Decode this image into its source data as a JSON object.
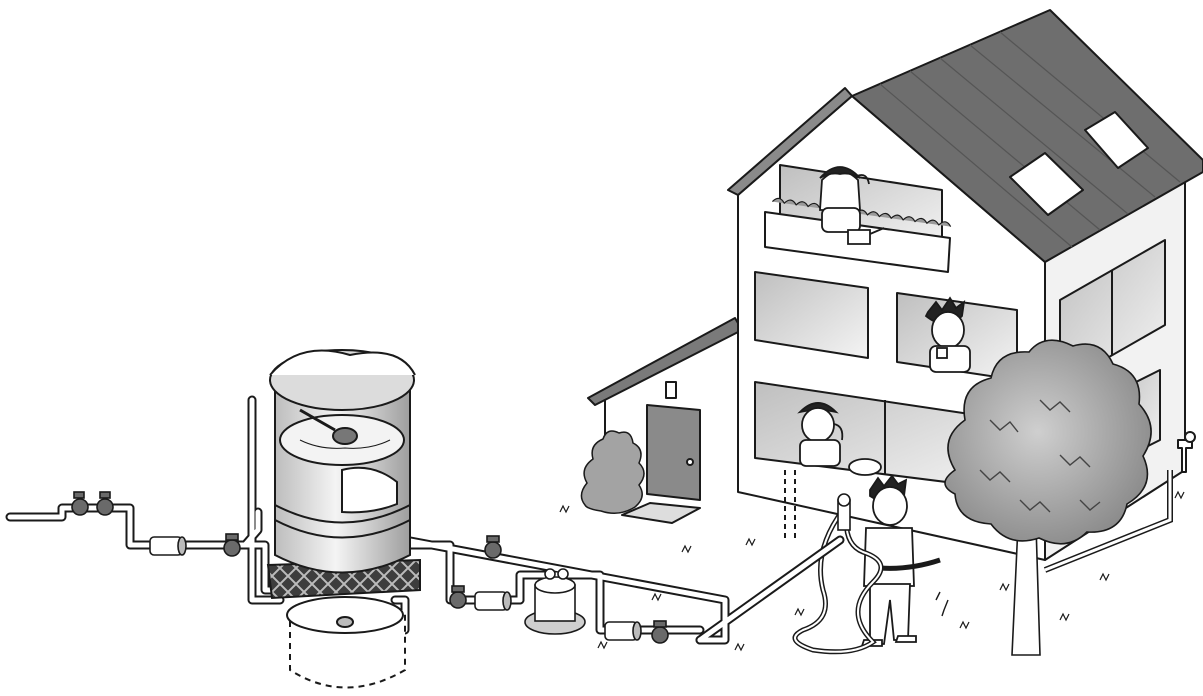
{
  "illustration": {
    "colors": {
      "line": "#1a1a1a",
      "roof": "#6e6e6e",
      "wall": "#ffffff",
      "window_glass": "#d9d9d9",
      "foliage": "#9a9a9a",
      "tank": "#e6e6e6",
      "stand": "#4a4a4a",
      "skin": "#ffffff"
    },
    "scene": {
      "house": "two-storey-house",
      "tank": "elevated-water-tank",
      "pipe_network": "supply-pipeline",
      "figures": [
        "person-top-window",
        "person-middle-window",
        "person-bottom-window",
        "boy-with-hose"
      ],
      "tree": "deciduous-tree",
      "shrub": "small-shrub"
    }
  }
}
